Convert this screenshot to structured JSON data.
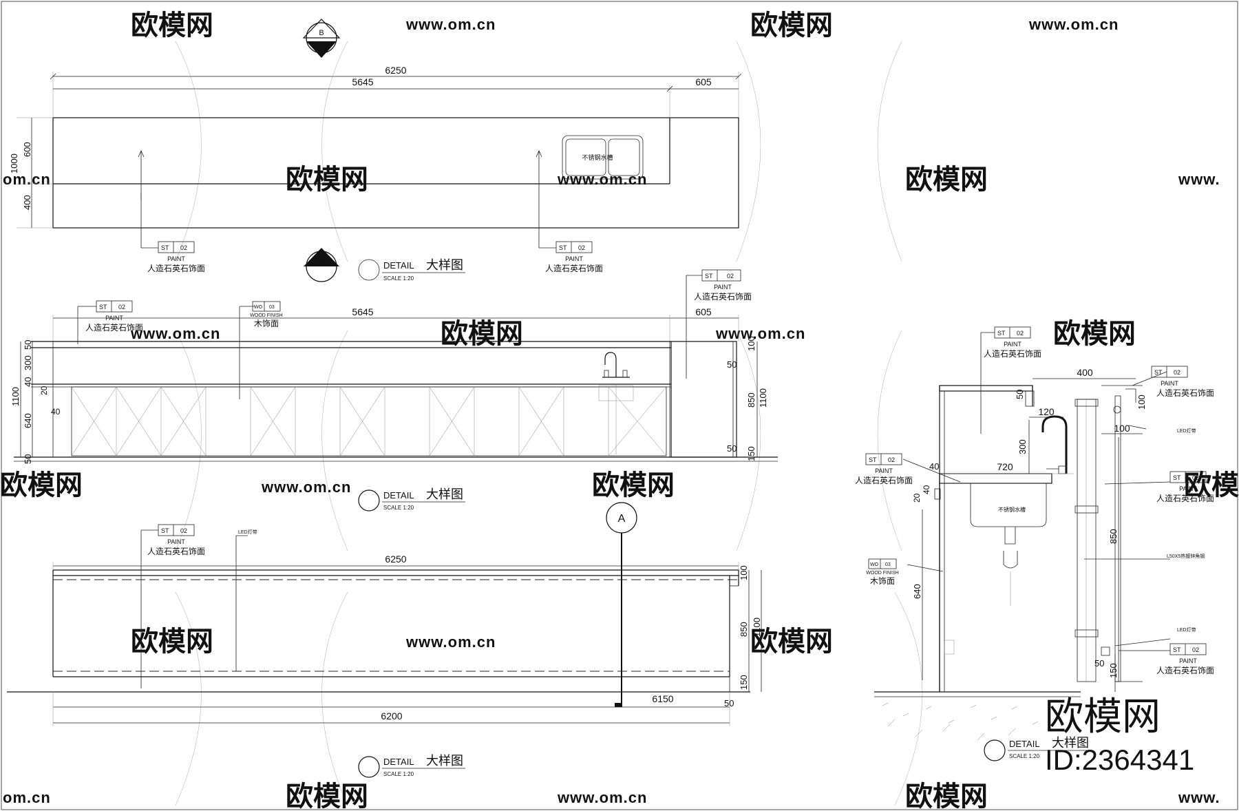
{
  "watermarks": {
    "brand": "欧模网",
    "url": "www.om.cn",
    "url_partial_left": "om.cn",
    "url_partial_right": "www."
  },
  "plan": {
    "section_mark": "B",
    "dim_total": "6250",
    "dim_main": "5645",
    "dim_side": "605",
    "dim_depth_total": "1000",
    "dim_depth_top": "600",
    "dim_depth_bottom": "400",
    "sink_label": "不锈钢水槽",
    "tag_code": "ST",
    "tag_num": "02",
    "tag_paint": "PAINT",
    "tag_desc": "人造石英石饰面",
    "detail_word": "DETAIL",
    "detail_title": "大样图",
    "detail_scale": "SCALE  1:20"
  },
  "front": {
    "section_mark": "A",
    "dim_main": "5645",
    "dim_side": "605",
    "wood_code": "WO",
    "wood_num": "03",
    "wood_finish": "WOOD FINISH",
    "wood_desc": "木饰面",
    "left_dims": [
      "1100",
      "50",
      "300",
      "40",
      "20",
      "640",
      "50",
      "40"
    ],
    "right_dims": [
      "100",
      "50",
      "850",
      "1100",
      "50",
      "150"
    ],
    "detail_title": "大样图"
  },
  "rear": {
    "section_mark": "A",
    "led_label": "LED灯带",
    "dim_top": "6250",
    "dim_mid": "6150",
    "dim_bottom": "6200",
    "right_dims": [
      "100",
      "850",
      "1100",
      "150",
      "50"
    ],
    "detail_title": "大样图"
  },
  "section": {
    "dims": [
      "400",
      "50",
      "100",
      "120",
      "100",
      "300",
      "40",
      "720",
      "20",
      "40",
      "850",
      "640",
      "50",
      "150"
    ],
    "led_label": "LED灯带",
    "steel_label": "L50X5热镀锌角钢",
    "sink_label": "不锈钢水槽",
    "detail_title": "大样图"
  },
  "brand_footer": {
    "name": "欧模网",
    "id": "ID:2364341"
  }
}
